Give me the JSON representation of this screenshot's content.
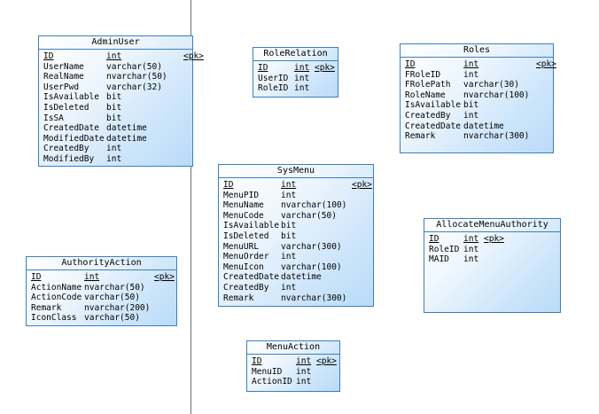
{
  "entities": {
    "adminuser": {
      "name": "AdminUser",
      "columns": [
        {
          "name": "ID",
          "type": "int",
          "key": "<pk>"
        },
        {
          "name": "UserName",
          "type": "varchar(50)",
          "key": ""
        },
        {
          "name": "RealName",
          "type": "nvarchar(50)",
          "key": ""
        },
        {
          "name": "UserPwd",
          "type": "varchar(32)",
          "key": ""
        },
        {
          "name": "IsAvailable",
          "type": "bit",
          "key": ""
        },
        {
          "name": "IsDeleted",
          "type": "bit",
          "key": ""
        },
        {
          "name": "IsSA",
          "type": "bit",
          "key": ""
        },
        {
          "name": "CreatedDate",
          "type": "datetime",
          "key": ""
        },
        {
          "name": "ModifiedDate",
          "type": "datetime",
          "key": ""
        },
        {
          "name": "CreatedBy",
          "type": "int",
          "key": ""
        },
        {
          "name": "ModifiedBy",
          "type": "int",
          "key": ""
        }
      ]
    },
    "rolerelation": {
      "name": "RoleRelation",
      "columns": [
        {
          "name": "ID",
          "type": "int",
          "key": "<pk>"
        },
        {
          "name": "UserID",
          "type": "int",
          "key": ""
        },
        {
          "name": "RoleID",
          "type": "int",
          "key": ""
        }
      ]
    },
    "roles": {
      "name": "Roles",
      "columns": [
        {
          "name": "ID",
          "type": "int",
          "key": "<pk>"
        },
        {
          "name": "FRoleID",
          "type": "int",
          "key": ""
        },
        {
          "name": "FRolePath",
          "type": "varchar(30)",
          "key": ""
        },
        {
          "name": "RoleName",
          "type": "nvarchar(100)",
          "key": ""
        },
        {
          "name": "IsAvailable",
          "type": "bit",
          "key": ""
        },
        {
          "name": "CreatedBy",
          "type": "int",
          "key": ""
        },
        {
          "name": "CreatedDate",
          "type": "datetime",
          "key": ""
        },
        {
          "name": "Remark",
          "type": "nvarchar(300)",
          "key": ""
        }
      ]
    },
    "sysmenu": {
      "name": "SysMenu",
      "columns": [
        {
          "name": "ID",
          "type": "int",
          "key": "<pk>"
        },
        {
          "name": "MenuPID",
          "type": "int",
          "key": ""
        },
        {
          "name": "MenuName",
          "type": "nvarchar(100)",
          "key": ""
        },
        {
          "name": "MenuCode",
          "type": "varchar(50)",
          "key": ""
        },
        {
          "name": "IsAvailable",
          "type": "bit",
          "key": ""
        },
        {
          "name": "IsDeleted",
          "type": "bit",
          "key": ""
        },
        {
          "name": "MenuURL",
          "type": "varchar(300)",
          "key": ""
        },
        {
          "name": "MenuOrder",
          "type": "int",
          "key": ""
        },
        {
          "name": "MenuIcon",
          "type": "varchar(100)",
          "key": ""
        },
        {
          "name": "CreatedDate",
          "type": "datetime",
          "key": ""
        },
        {
          "name": "CreatedBy",
          "type": "int",
          "key": ""
        },
        {
          "name": "Remark",
          "type": "nvarchar(300)",
          "key": ""
        }
      ]
    },
    "allocatemenuauthority": {
      "name": "AllocateMenuAuthority",
      "columns": [
        {
          "name": "ID",
          "type": "int",
          "key": "<pk>"
        },
        {
          "name": "RoleID",
          "type": "int",
          "key": ""
        },
        {
          "name": "MAID",
          "type": "int",
          "key": ""
        }
      ]
    },
    "authorityaction": {
      "name": "AuthorityAction",
      "columns": [
        {
          "name": "ID",
          "type": "int",
          "key": "<pk>"
        },
        {
          "name": "ActionName",
          "type": "nvarchar(50)",
          "key": ""
        },
        {
          "name": "ActionCode",
          "type": "varchar(50)",
          "key": ""
        },
        {
          "name": "Remark",
          "type": "nvarchar(200)",
          "key": ""
        },
        {
          "name": "IconClass",
          "type": "varchar(50)",
          "key": ""
        }
      ]
    },
    "menuaction": {
      "name": "MenuAction",
      "columns": [
        {
          "name": "ID",
          "type": "int",
          "key": "<pk>"
        },
        {
          "name": "MenuID",
          "type": "int",
          "key": ""
        },
        {
          "name": "ActionID",
          "type": "int",
          "key": ""
        }
      ]
    }
  },
  "colors": {
    "border": "#3b7fc0",
    "fill_light": "#ffffff",
    "fill_dark": "#b9dbf8",
    "divider": "#707070"
  }
}
